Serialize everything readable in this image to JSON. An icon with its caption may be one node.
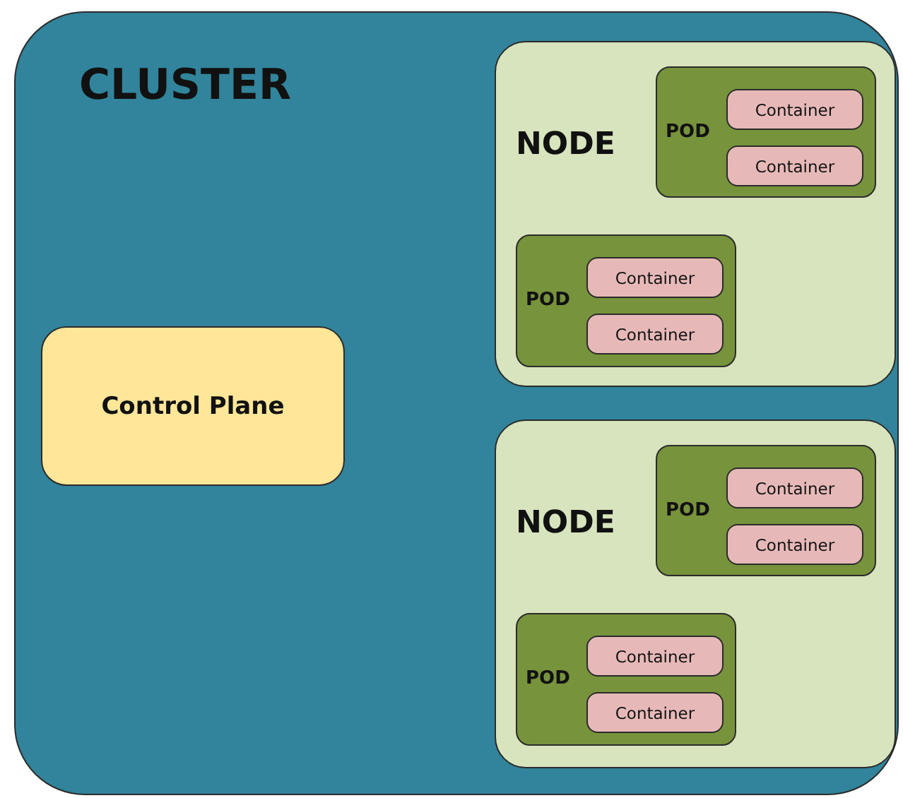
{
  "diagram": {
    "nodes": [
      {
        "text": [
          "CLUSTER"
        ]
      },
      {
        "text": [
          "Control Plane"
        ],
        "in": 0
      },
      {
        "text": [
          "NODE"
        ],
        "in": 0
      },
      {
        "text": [
          "POD"
        ],
        "in": 2
      },
      {
        "text": [
          "Container"
        ],
        "in": 3
      },
      {
        "text": [
          "Container"
        ],
        "in": 3
      },
      {
        "text": [
          "POD"
        ],
        "in": 2
      },
      {
        "text": [
          "Container"
        ],
        "in": 6
      },
      {
        "text": [
          "Container"
        ],
        "in": 6
      },
      {
        "text": [
          "NODE"
        ],
        "in": 0
      },
      {
        "text": [
          "POD"
        ],
        "in": 9
      },
      {
        "text": [
          "Container"
        ],
        "in": 10
      },
      {
        "text": [
          "Container"
        ],
        "in": 10
      },
      {
        "text": [
          "POD"
        ],
        "in": 9
      },
      {
        "text": [
          "Container"
        ],
        "in": 13
      },
      {
        "text": [
          "Container"
        ],
        "in": 13
      }
    ]
  }
}
